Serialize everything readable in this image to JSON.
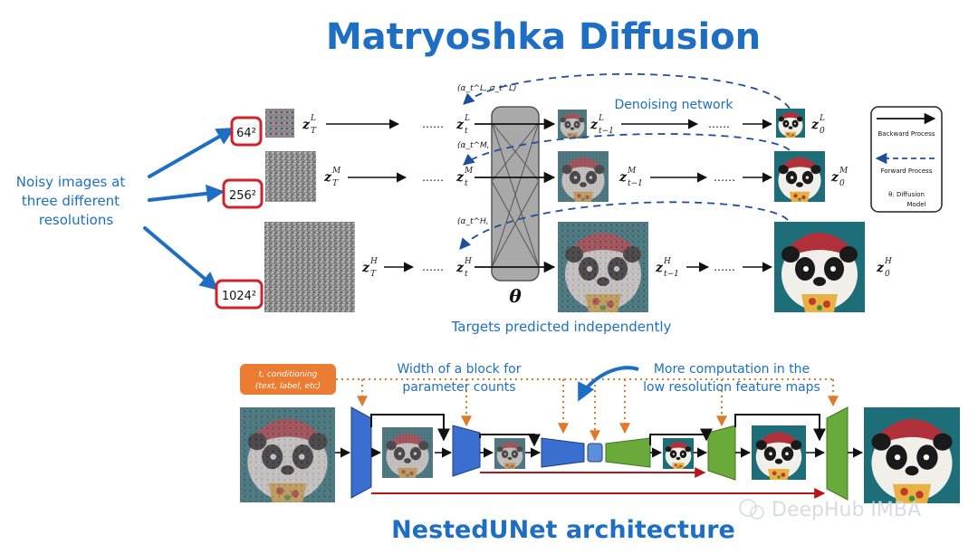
{
  "title": "Matryoshka Diffusion",
  "left_note": [
    "Noisy images at",
    "three different",
    "resolutions"
  ],
  "resolutions": [
    "64²",
    "256²",
    "1024²"
  ],
  "latents": {
    "zTL": "z",
    "zTL_sup": "L",
    "zTL_sub": "T",
    "zTM": "z",
    "zTM_sup": "M",
    "zTM_sub": "T",
    "zTH": "z",
    "zTH_sup": "H",
    "zTH_sub": "T",
    "ztL_sup": "L",
    "ztM_sup": "M",
    "ztH_sup": "H",
    "zt_sub": "t",
    "zt1L_sup": "L",
    "zt1M_sup": "M",
    "zt1H_sup": "H",
    "zt1_sub": "t−1",
    "z0L_sup": "L",
    "z0M_sup": "M",
    "z0H_sup": "H",
    "z0_sub": "0"
  },
  "alpha_labels": [
    "(α_t^L, σ_t^L)",
    "(α_t^M, σ_t^M)",
    "(α_t^H, σ_t^H)"
  ],
  "ellipsis": "……",
  "theta": "θ",
  "denoising_label": "Denoising network",
  "targets_label": "Targets predicted independently",
  "legend": {
    "backward": "Backward Process",
    "forward": "Forward Process",
    "theta_line1": "θ:  Diffusion",
    "theta_line2": "Model"
  },
  "unet": {
    "cond_line1": "t, conditioning",
    "cond_line2": "(text, label, etc)",
    "width_note": [
      "Width of a block for",
      "parameter counts"
    ],
    "computation_note": [
      "More computation in the",
      "low resolution feature maps"
    ],
    "title": "NestedUNet architecture"
  },
  "watermark": "DeepHub IMBA",
  "colors": {
    "handwriting": "#1e6fc3",
    "res_box": "#d0222a",
    "encoder_block": "#3a6fcf",
    "decoder_block": "#6aaa3a",
    "skip_arrow": "#b8141b",
    "cond_box": "#ec7c31",
    "dotted": "#e07a28"
  }
}
